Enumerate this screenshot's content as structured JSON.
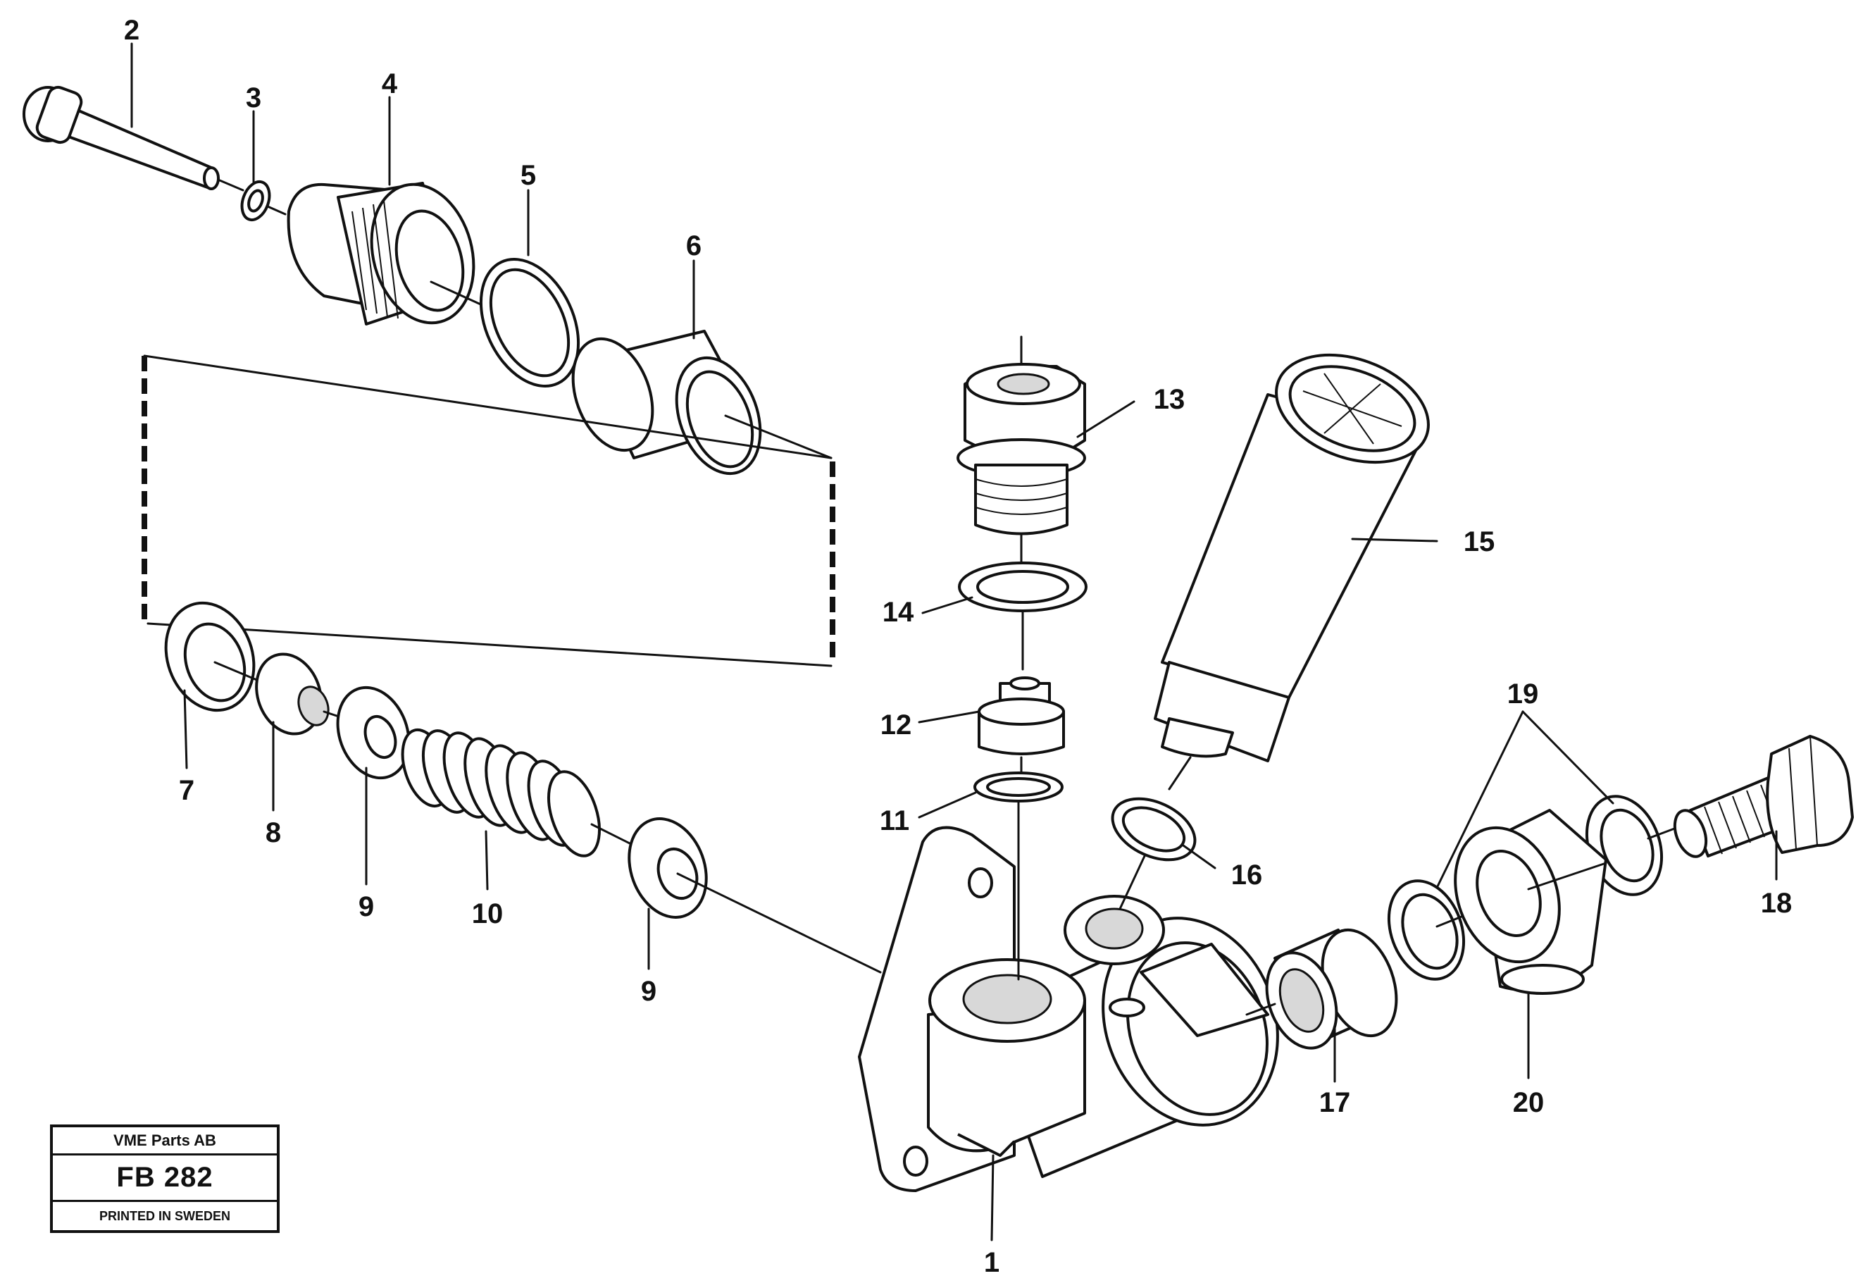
{
  "title_block": {
    "company": "VME Parts AB",
    "figure_code": "FB 282",
    "printed": "PRINTED IN SWEDEN"
  },
  "part_labels": [
    "1",
    "2",
    "3",
    "4",
    "5",
    "6",
    "7",
    "8",
    "9",
    "9",
    "10",
    "11",
    "12",
    "13",
    "14",
    "15",
    "16",
    "17",
    "18",
    "19",
    "20"
  ]
}
